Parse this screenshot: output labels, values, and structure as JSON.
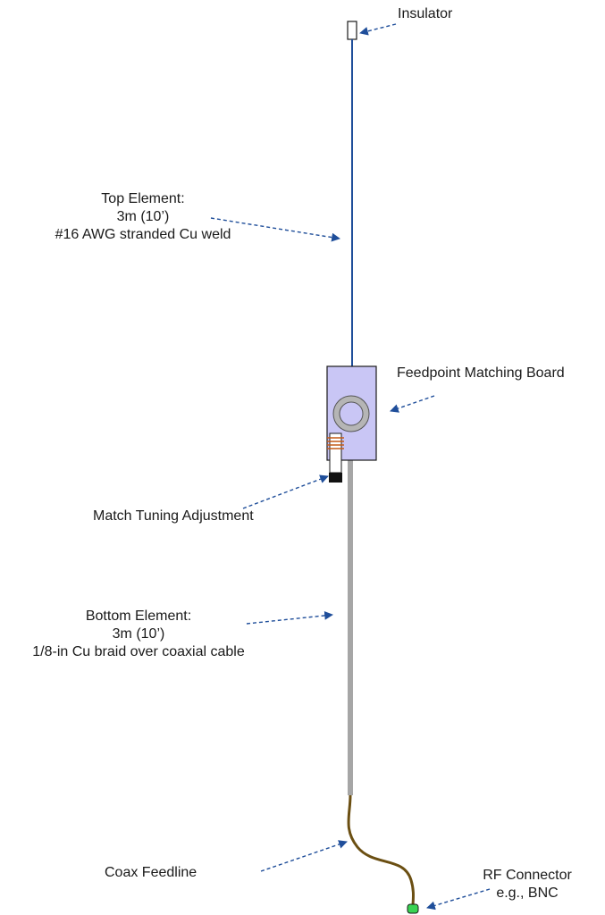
{
  "labels": {
    "insulator": "Insulator",
    "top_element": {
      "line1": "Top Element:",
      "line2": "3m (10’)",
      "line3": "#16 AWG stranded Cu weld"
    },
    "feedpoint": "Feedpoint Matching Board",
    "match_tuning": "Match Tuning Adjustment",
    "bottom_element": {
      "line1": "Bottom Element:",
      "line2": "3m (10’)",
      "line3": "1/8-in Cu braid over coaxial cable"
    },
    "coax_feedline": "Coax Feedline",
    "rf_connector": {
      "line1": "RF Connector",
      "line2": "e.g., BNC"
    }
  },
  "colors": {
    "top_wire": "#1f4e9a",
    "arrow": "#1f4e9a",
    "board_fill": "#c9c6f5",
    "toroid": "#b5b5b5",
    "coil": "#c45a16",
    "braid": "#a6a6a6",
    "feedline": "#6b4f12",
    "connector": "#39d353"
  }
}
